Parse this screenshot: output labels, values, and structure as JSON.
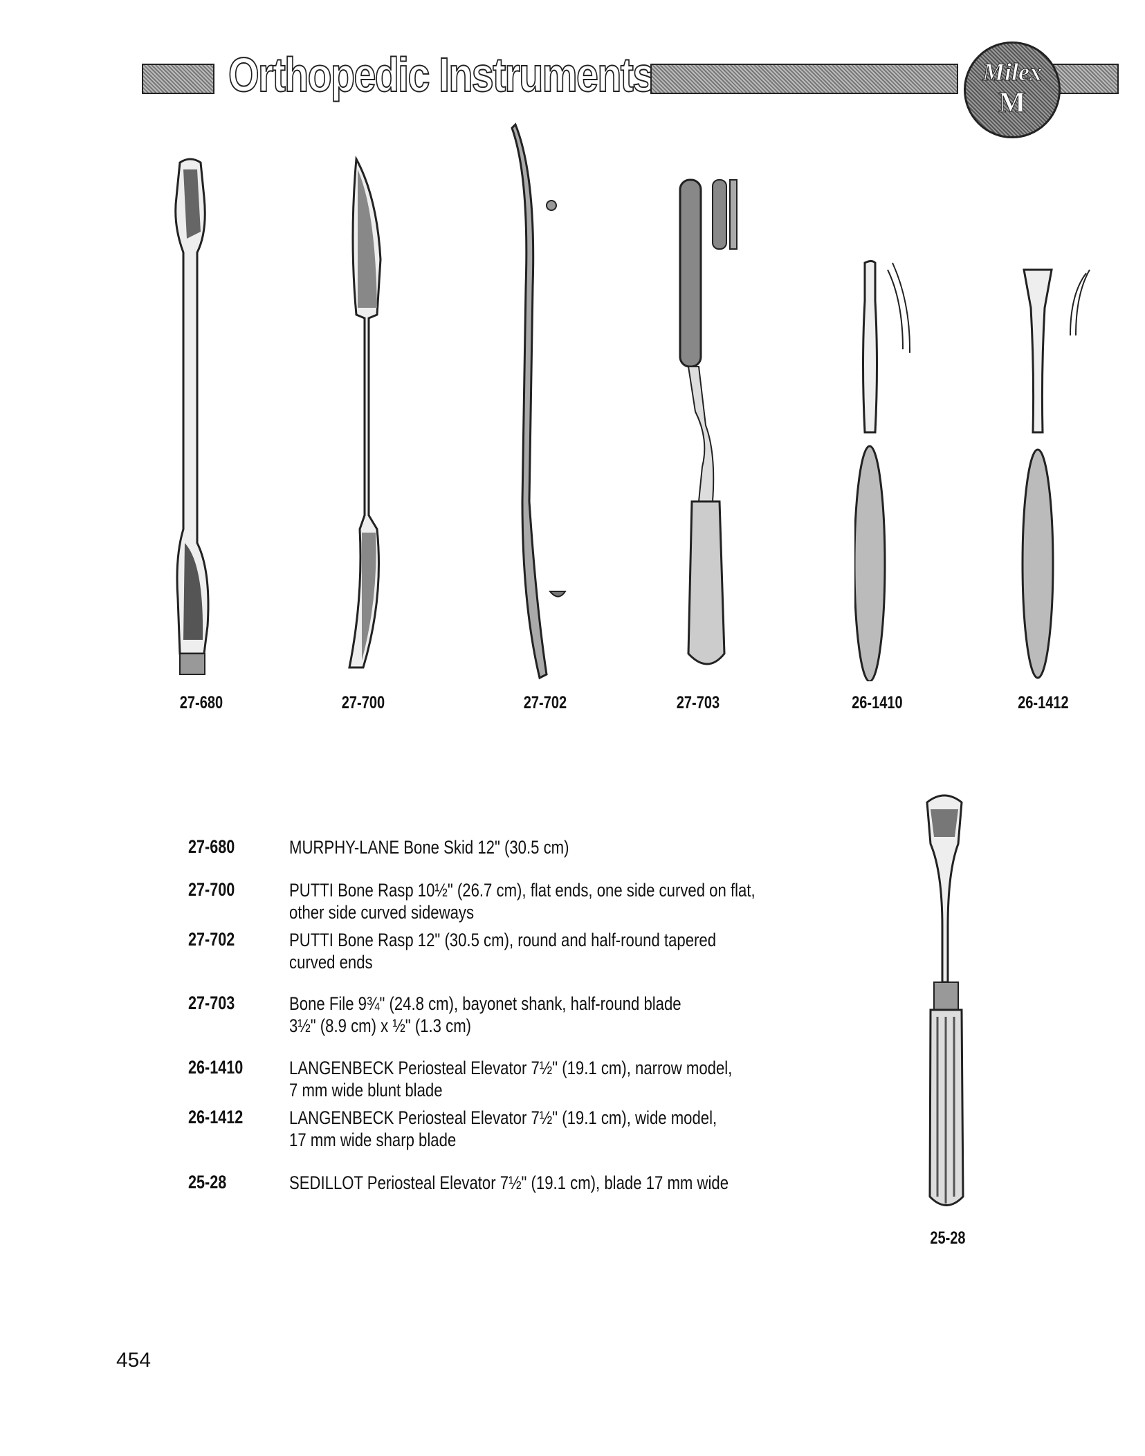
{
  "header": {
    "title": "Orthopedic Instruments",
    "logo_text": "Milex",
    "logo_monogram": "M"
  },
  "figures": [
    {
      "code": "27-680"
    },
    {
      "code": "27-700"
    },
    {
      "code": "27-702"
    },
    {
      "code": "27-703"
    },
    {
      "code": "26-1410"
    },
    {
      "code": "26-1412"
    },
    {
      "code": "25-28"
    }
  ],
  "items": [
    {
      "code": "27-680",
      "lines": [
        "MURPHY-LANE Bone Skid 12\" (30.5 cm)"
      ]
    },
    {
      "code": "27-700",
      "lines": [
        "PUTTI Bone Rasp 10½\" (26.7 cm), flat ends, one side curved on flat,",
        "other side curved sideways"
      ]
    },
    {
      "code": "27-702",
      "lines": [
        "PUTTI Bone Rasp 12\" (30.5 cm), round and half-round tapered",
        "curved ends"
      ]
    },
    {
      "code": "27-703",
      "lines": [
        "Bone File 9¾\" (24.8 cm), bayonet shank, half-round blade",
        "3½\" (8.9 cm) x ½\" (1.3 cm)"
      ]
    },
    {
      "code": "26-1410",
      "lines": [
        "LANGENBECK Periosteal Elevator 7½\" (19.1 cm), narrow model,",
        "7 mm wide blunt blade"
      ]
    },
    {
      "code": "26-1412",
      "lines": [
        "LANGENBECK Periosteal Elevator 7½\" (19.1 cm), wide model,",
        "17 mm wide sharp blade"
      ]
    },
    {
      "code": "25-28",
      "lines": [
        "SEDILLOT Periosteal Elevator 7½\" (19.1 cm), blade 17 mm wide"
      ]
    }
  ],
  "page_number": "454"
}
